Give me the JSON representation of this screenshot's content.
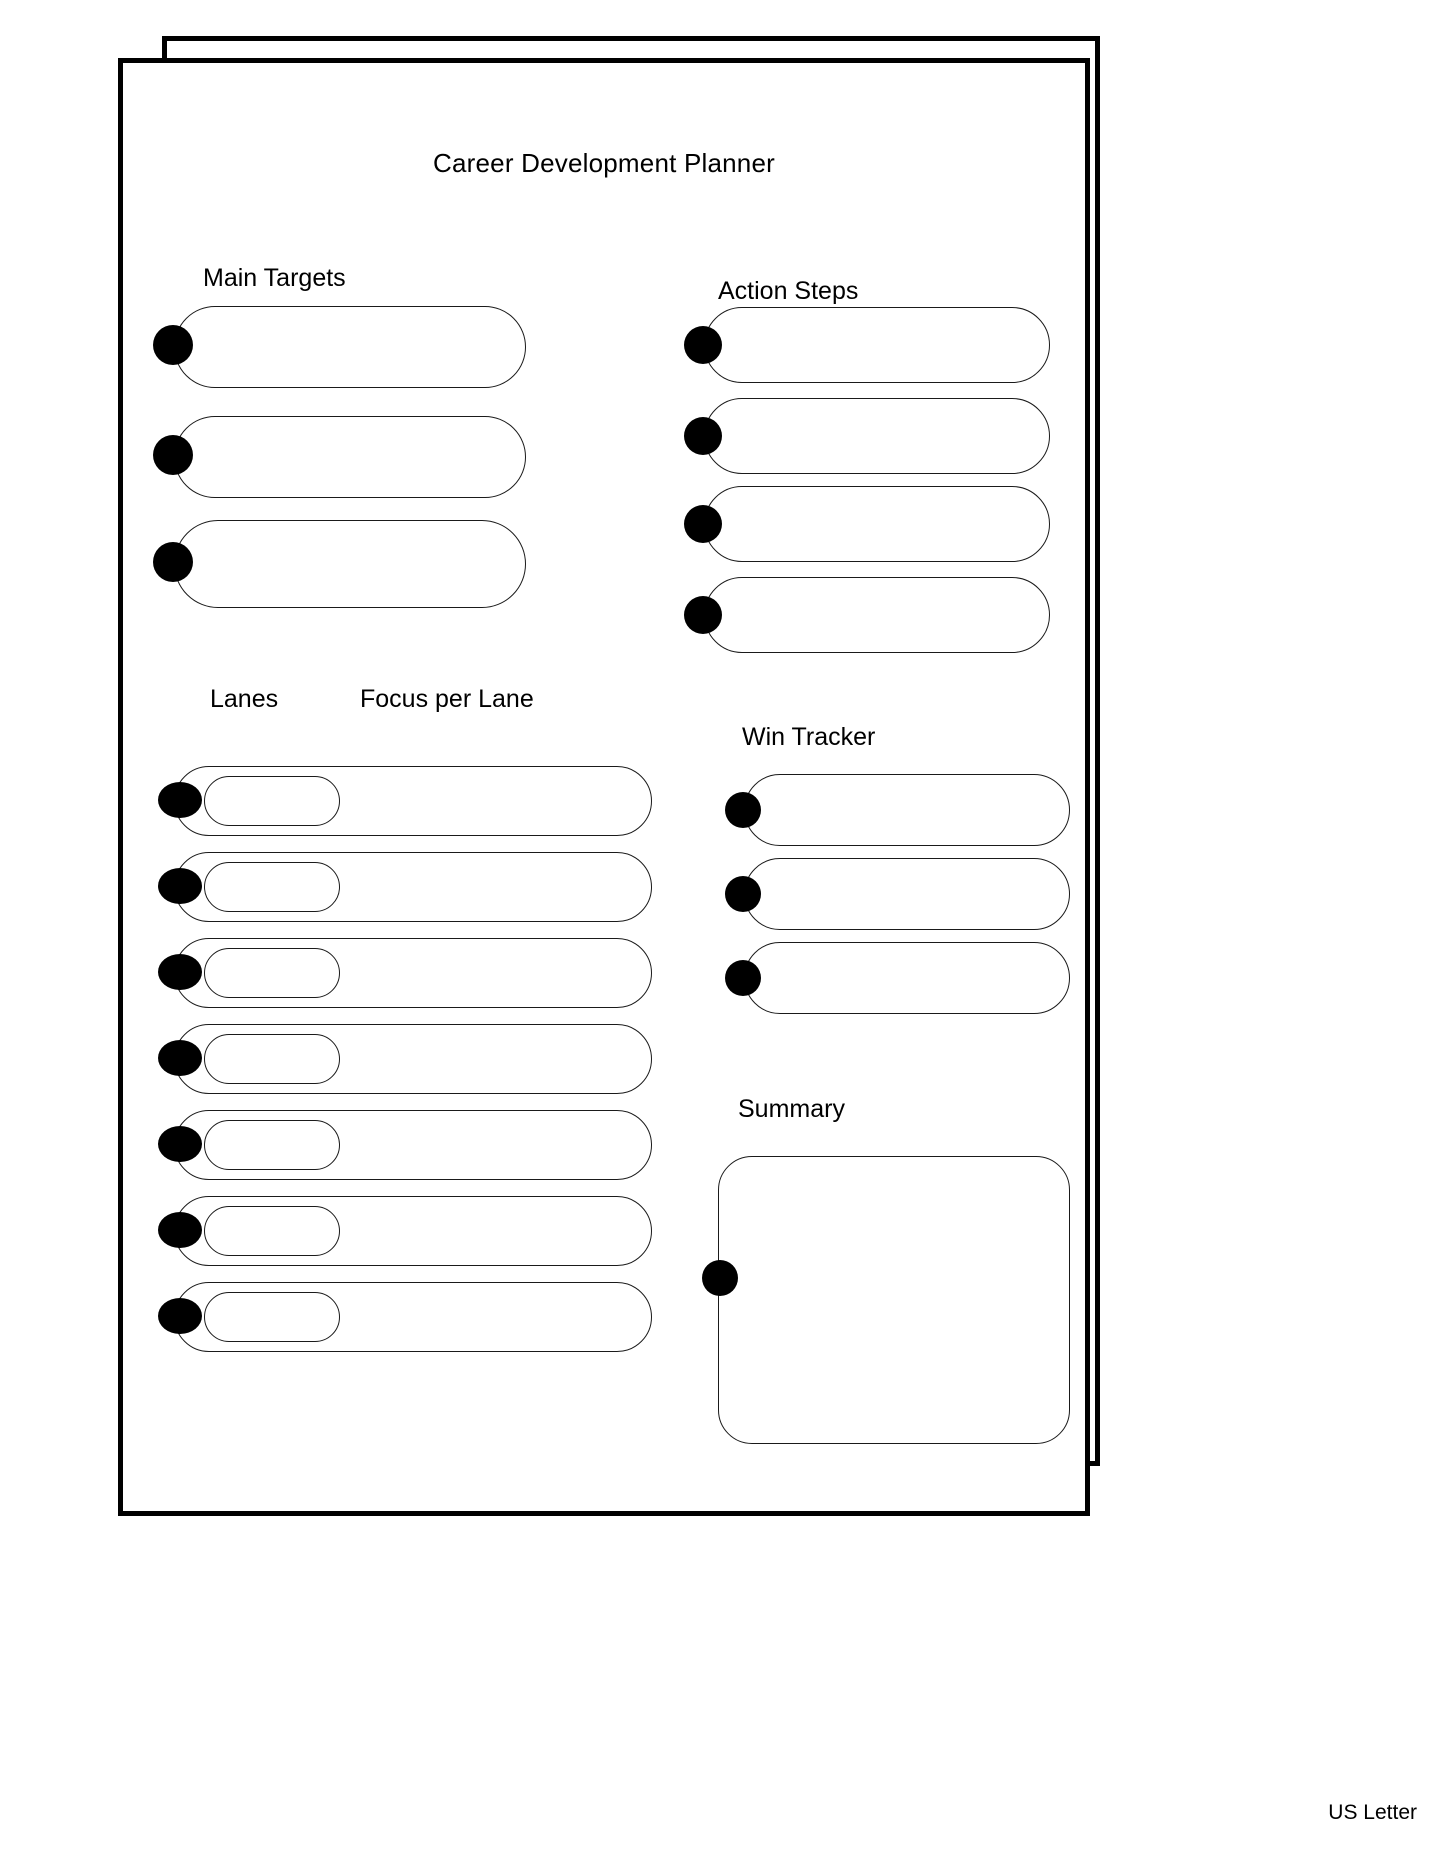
{
  "document": {
    "title": "Career Development Planner",
    "paper_size": "US Letter",
    "ink_color": "#000000",
    "page_background": "#ffffff"
  },
  "sections": {
    "main_targets": {
      "heading": "Main Targets",
      "field_count": 3,
      "fields": [
        {
          "value": "",
          "bullet": "filled-circle"
        },
        {
          "value": "",
          "bullet": "filled-circle"
        },
        {
          "value": "",
          "bullet": "filled-circle"
        }
      ]
    },
    "action_steps": {
      "heading": "Action Steps",
      "field_count": 4,
      "fields": [
        {
          "value": "",
          "bullet": "filled-circle"
        },
        {
          "value": "",
          "bullet": "filled-circle"
        },
        {
          "value": "",
          "bullet": "filled-circle"
        },
        {
          "value": "",
          "bullet": "filled-circle"
        }
      ]
    },
    "lanes": {
      "heading": "Lanes",
      "focus_heading": "Focus per Lane",
      "field_count": 7,
      "rows": [
        {
          "lane": "",
          "focus": "",
          "bullet": "filled-circle"
        },
        {
          "lane": "",
          "focus": "",
          "bullet": "filled-circle"
        },
        {
          "lane": "",
          "focus": "",
          "bullet": "filled-circle"
        },
        {
          "lane": "",
          "focus": "",
          "bullet": "filled-circle"
        },
        {
          "lane": "",
          "focus": "",
          "bullet": "filled-circle"
        },
        {
          "lane": "",
          "focus": "",
          "bullet": "filled-circle"
        },
        {
          "lane": "",
          "focus": "",
          "bullet": "filled-circle"
        }
      ]
    },
    "win_tracker": {
      "heading": "Win Tracker",
      "field_count": 3,
      "fields": [
        {
          "value": "",
          "bullet": "filled-circle"
        },
        {
          "value": "",
          "bullet": "filled-circle"
        },
        {
          "value": "",
          "bullet": "filled-circle"
        }
      ]
    },
    "summary": {
      "heading": "Summary",
      "field_count": 1,
      "fields": [
        {
          "value": "",
          "bullet": "filled-circle"
        }
      ]
    }
  }
}
